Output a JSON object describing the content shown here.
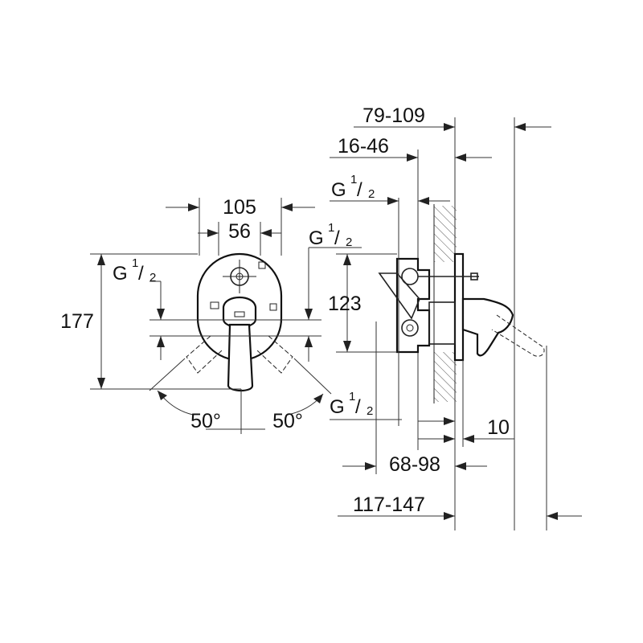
{
  "labels": {
    "dim_105": "105",
    "dim_56": "56",
    "dim_177": "177",
    "dim_123": "123",
    "dim_10": "10",
    "dim_79_109": "79-109",
    "dim_16_46": "16-46",
    "dim_68_98": "68-98",
    "dim_117_147": "117-147",
    "angle_left": "50°",
    "angle_right": "50°",
    "thread_G": "G",
    "thread_num": "1",
    "thread_slash": "/",
    "thread_den": "2"
  }
}
